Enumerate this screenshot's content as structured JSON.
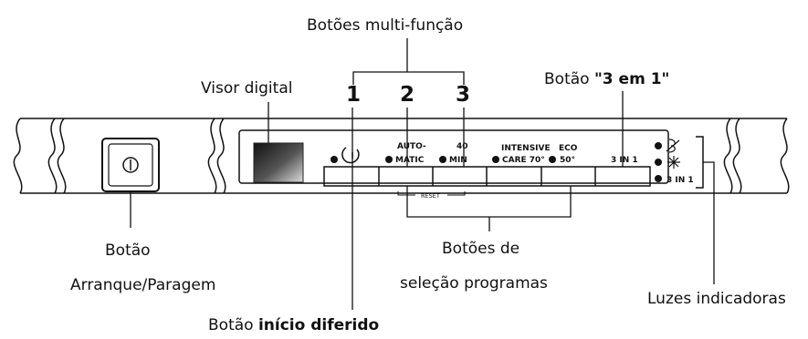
{
  "labels": {
    "multi_function": "Botões multi-função",
    "three_in_one_prefix": "Botão ",
    "three_in_one_bold": "\"3 em 1\"",
    "display": "Visor digital",
    "start_stop_line1": "Botão",
    "start_stop_line2": "Arranque/Paragem",
    "program_select_line1": "Botões de",
    "program_select_line2": "seleção programas",
    "indicators": "Luzes indicadoras",
    "delayed_prefix": "Botão ",
    "delayed_bold": "início diferido"
  },
  "numbers": [
    "1",
    "2",
    "3"
  ],
  "panel": {
    "auto_top": "AUTO-",
    "auto_bottom": "MATIC",
    "min_top": "40",
    "min_bottom": "MIN",
    "intensive_top": "INTENSIVE",
    "intensive_bottom": "CARE 70°",
    "eco_top": "ECO",
    "eco_bottom": "50°",
    "three_in_one": "3 IN 1",
    "reset": "RESET",
    "indicator_3in1": "3 IN 1"
  }
}
